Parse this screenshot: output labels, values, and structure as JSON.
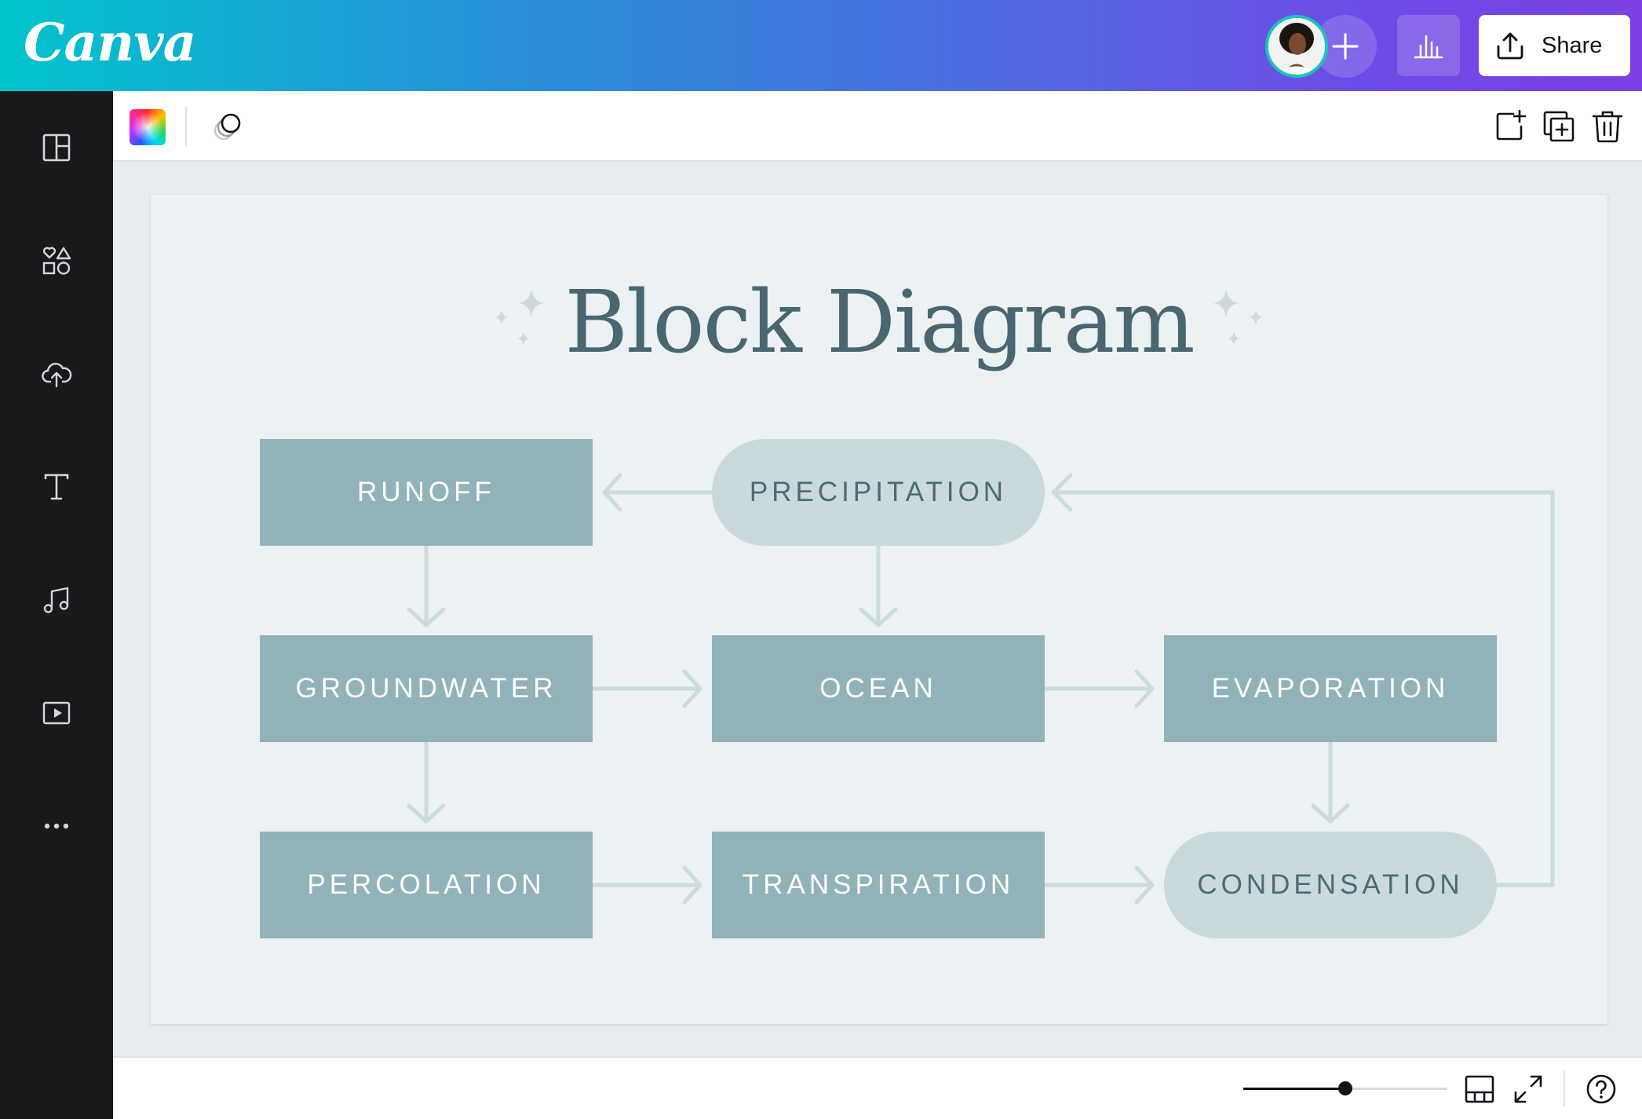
{
  "app": {
    "logo_text": "Canva"
  },
  "header": {
    "share_label": "Share",
    "avatar_icon": "user-avatar",
    "add_collaborator_icon": "plus-icon",
    "insights_icon": "bar-chart-icon",
    "share_icon": "upload-icon"
  },
  "sidebar": {
    "items": [
      {
        "icon": "layout-icon",
        "label": "Design"
      },
      {
        "icon": "elements-icon",
        "label": "Elements"
      },
      {
        "icon": "cloud-upload-icon",
        "label": "Uploads"
      },
      {
        "icon": "text-icon",
        "label": "Text"
      },
      {
        "icon": "music-icon",
        "label": "Audio"
      },
      {
        "icon": "video-icon",
        "label": "Videos"
      },
      {
        "icon": "more-icon",
        "label": "More"
      }
    ]
  },
  "toolbar": {
    "left_icons": [
      "color-picker-icon",
      "transparency-icon"
    ],
    "right_icons": [
      "add-page-icon",
      "duplicate-page-icon",
      "delete-icon"
    ]
  },
  "diagram": {
    "title": "Block Diagram",
    "nodes": {
      "runoff": "RUNOFF",
      "precipitation": "PRECIPITATION",
      "groundwater": "GROUNDWATER",
      "ocean": "OCEAN",
      "evaporation": "EVAPORATION",
      "percolation": "PERCOLATION",
      "transpiration": "TRANSPIRATION",
      "condensation": "CONDENSATION"
    },
    "edges": [
      [
        "precipitation",
        "runoff"
      ],
      [
        "precipitation",
        "ocean"
      ],
      [
        "runoff",
        "groundwater"
      ],
      [
        "groundwater",
        "ocean"
      ],
      [
        "ocean",
        "evaporation"
      ],
      [
        "groundwater",
        "percolation"
      ],
      [
        "percolation",
        "transpiration"
      ],
      [
        "transpiration",
        "condensation"
      ],
      [
        "evaporation",
        "condensation"
      ],
      [
        "condensation",
        "precipitation"
      ]
    ],
    "colors": {
      "block": "#92b2b9",
      "pill": "#c9d9dc",
      "title": "#4a6670",
      "connector": "#cbdcdf",
      "background": "#ecf1f3"
    }
  },
  "footer": {
    "zoom_fraction": 0.5,
    "icons": [
      "page-view-icon",
      "fullscreen-icon",
      "help-icon"
    ]
  }
}
